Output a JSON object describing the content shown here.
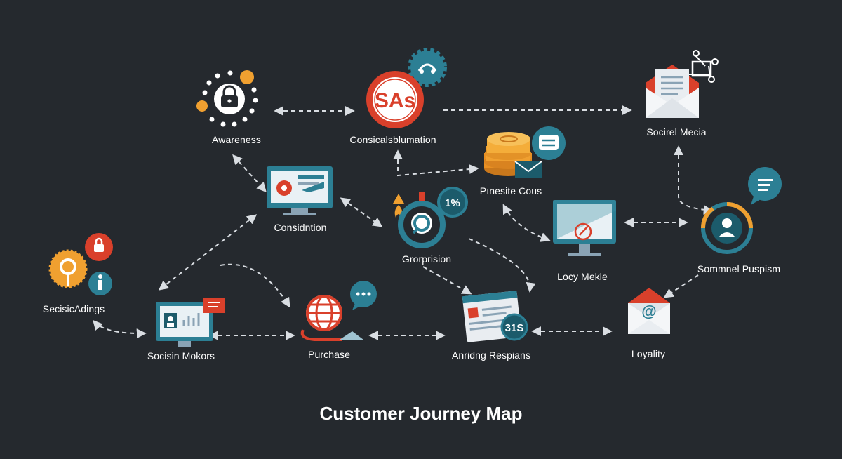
{
  "title": "Customer Journey Map",
  "colors": {
    "background": "#25292e",
    "orange": "#f0a030",
    "red": "#d9402b",
    "teal": "#2c7f94",
    "dark_teal": "#1c5b6b",
    "connector": "#d9dde2"
  },
  "nodes": {
    "awareness": {
      "label": "Awareness",
      "icon": "lock-icon"
    },
    "consideration_top": {
      "label": "Consicalsblumation",
      "icon": "sas-badge-icon",
      "badge": "SAs"
    },
    "social_media": {
      "label": "Socirel Mecia",
      "icon": "envelope-document-icon"
    },
    "pinesite": {
      "label": "Pınesite Cous",
      "icon": "coin-stack-icon"
    },
    "consideration": {
      "label": "Considntion",
      "icon": "monitor-location-icon"
    },
    "grorision": {
      "label": "Grorprision",
      "icon": "magnifier-icon",
      "badge": "1%"
    },
    "loyalty_mobile": {
      "label": "Locy Mekle",
      "icon": "monitor-arrow-icon"
    },
    "sommel": {
      "label": "Sommnel Puspism",
      "icon": "user-ring-icon"
    },
    "sociscadings": {
      "label": "SecisicAdings",
      "icon": "lightbulb-icon"
    },
    "social_monitors": {
      "label": "Socisin Mokors",
      "icon": "monitor-user-icon"
    },
    "purchase": {
      "label": "Purchase",
      "icon": "globe-hand-icon"
    },
    "anriding": {
      "label": "Anridng Respians",
      "icon": "browser-window-icon",
      "badge": "31S"
    },
    "loyalty": {
      "label": "Loyality",
      "icon": "email-at-icon",
      "badge": "@"
    }
  }
}
